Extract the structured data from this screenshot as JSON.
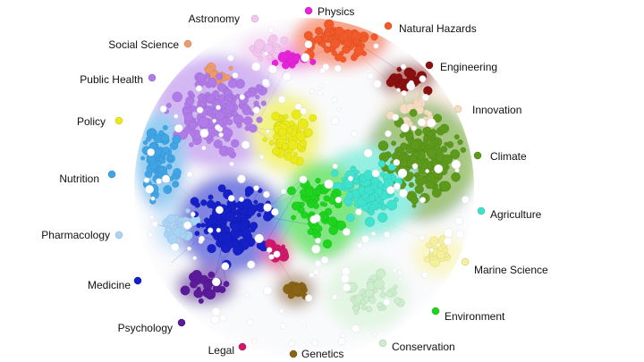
{
  "diagram": {
    "type": "network-cluster-map",
    "clusters": [
      {
        "id": "astronomy",
        "label": "Astronomy",
        "color": "#f3c6f0"
      },
      {
        "id": "physics",
        "label": "Physics",
        "color": "#e524d9"
      },
      {
        "id": "natural_hazards",
        "label": "Natural Hazards",
        "color": "#f25a2a"
      },
      {
        "id": "social_science",
        "label": "Social Science",
        "color": "#ee9a6a"
      },
      {
        "id": "engineering",
        "label": "Engineering",
        "color": "#8a0f0f"
      },
      {
        "id": "public_health",
        "label": "Public Health",
        "color": "#b07be8"
      },
      {
        "id": "innovation",
        "label": "Innovation",
        "color": "#f6dcc0"
      },
      {
        "id": "policy",
        "label": "Policy",
        "color": "#eaea1a"
      },
      {
        "id": "climate",
        "label": "Climate",
        "color": "#5d9a1c"
      },
      {
        "id": "nutrition",
        "label": "Nutrition",
        "color": "#3fa5e6"
      },
      {
        "id": "agriculture",
        "label": "Agriculture",
        "color": "#3fe2cc"
      },
      {
        "id": "pharmacology",
        "label": "Pharmacology",
        "color": "#a9d4f5"
      },
      {
        "id": "marine_science",
        "label": "Marine Science",
        "color": "#f5f09a"
      },
      {
        "id": "medicine",
        "label": "Medicine",
        "color": "#1520c8"
      },
      {
        "id": "environment",
        "label": "Environment",
        "color": "#1ed41e"
      },
      {
        "id": "psychology",
        "label": "Psychology",
        "color": "#5a1a9a"
      },
      {
        "id": "legal",
        "label": "Legal",
        "color": "#d0186a"
      },
      {
        "id": "genetics",
        "label": "Genetics",
        "color": "#8a6416"
      },
      {
        "id": "conservation",
        "label": "Conservation",
        "color": "#cdeecd"
      }
    ]
  }
}
